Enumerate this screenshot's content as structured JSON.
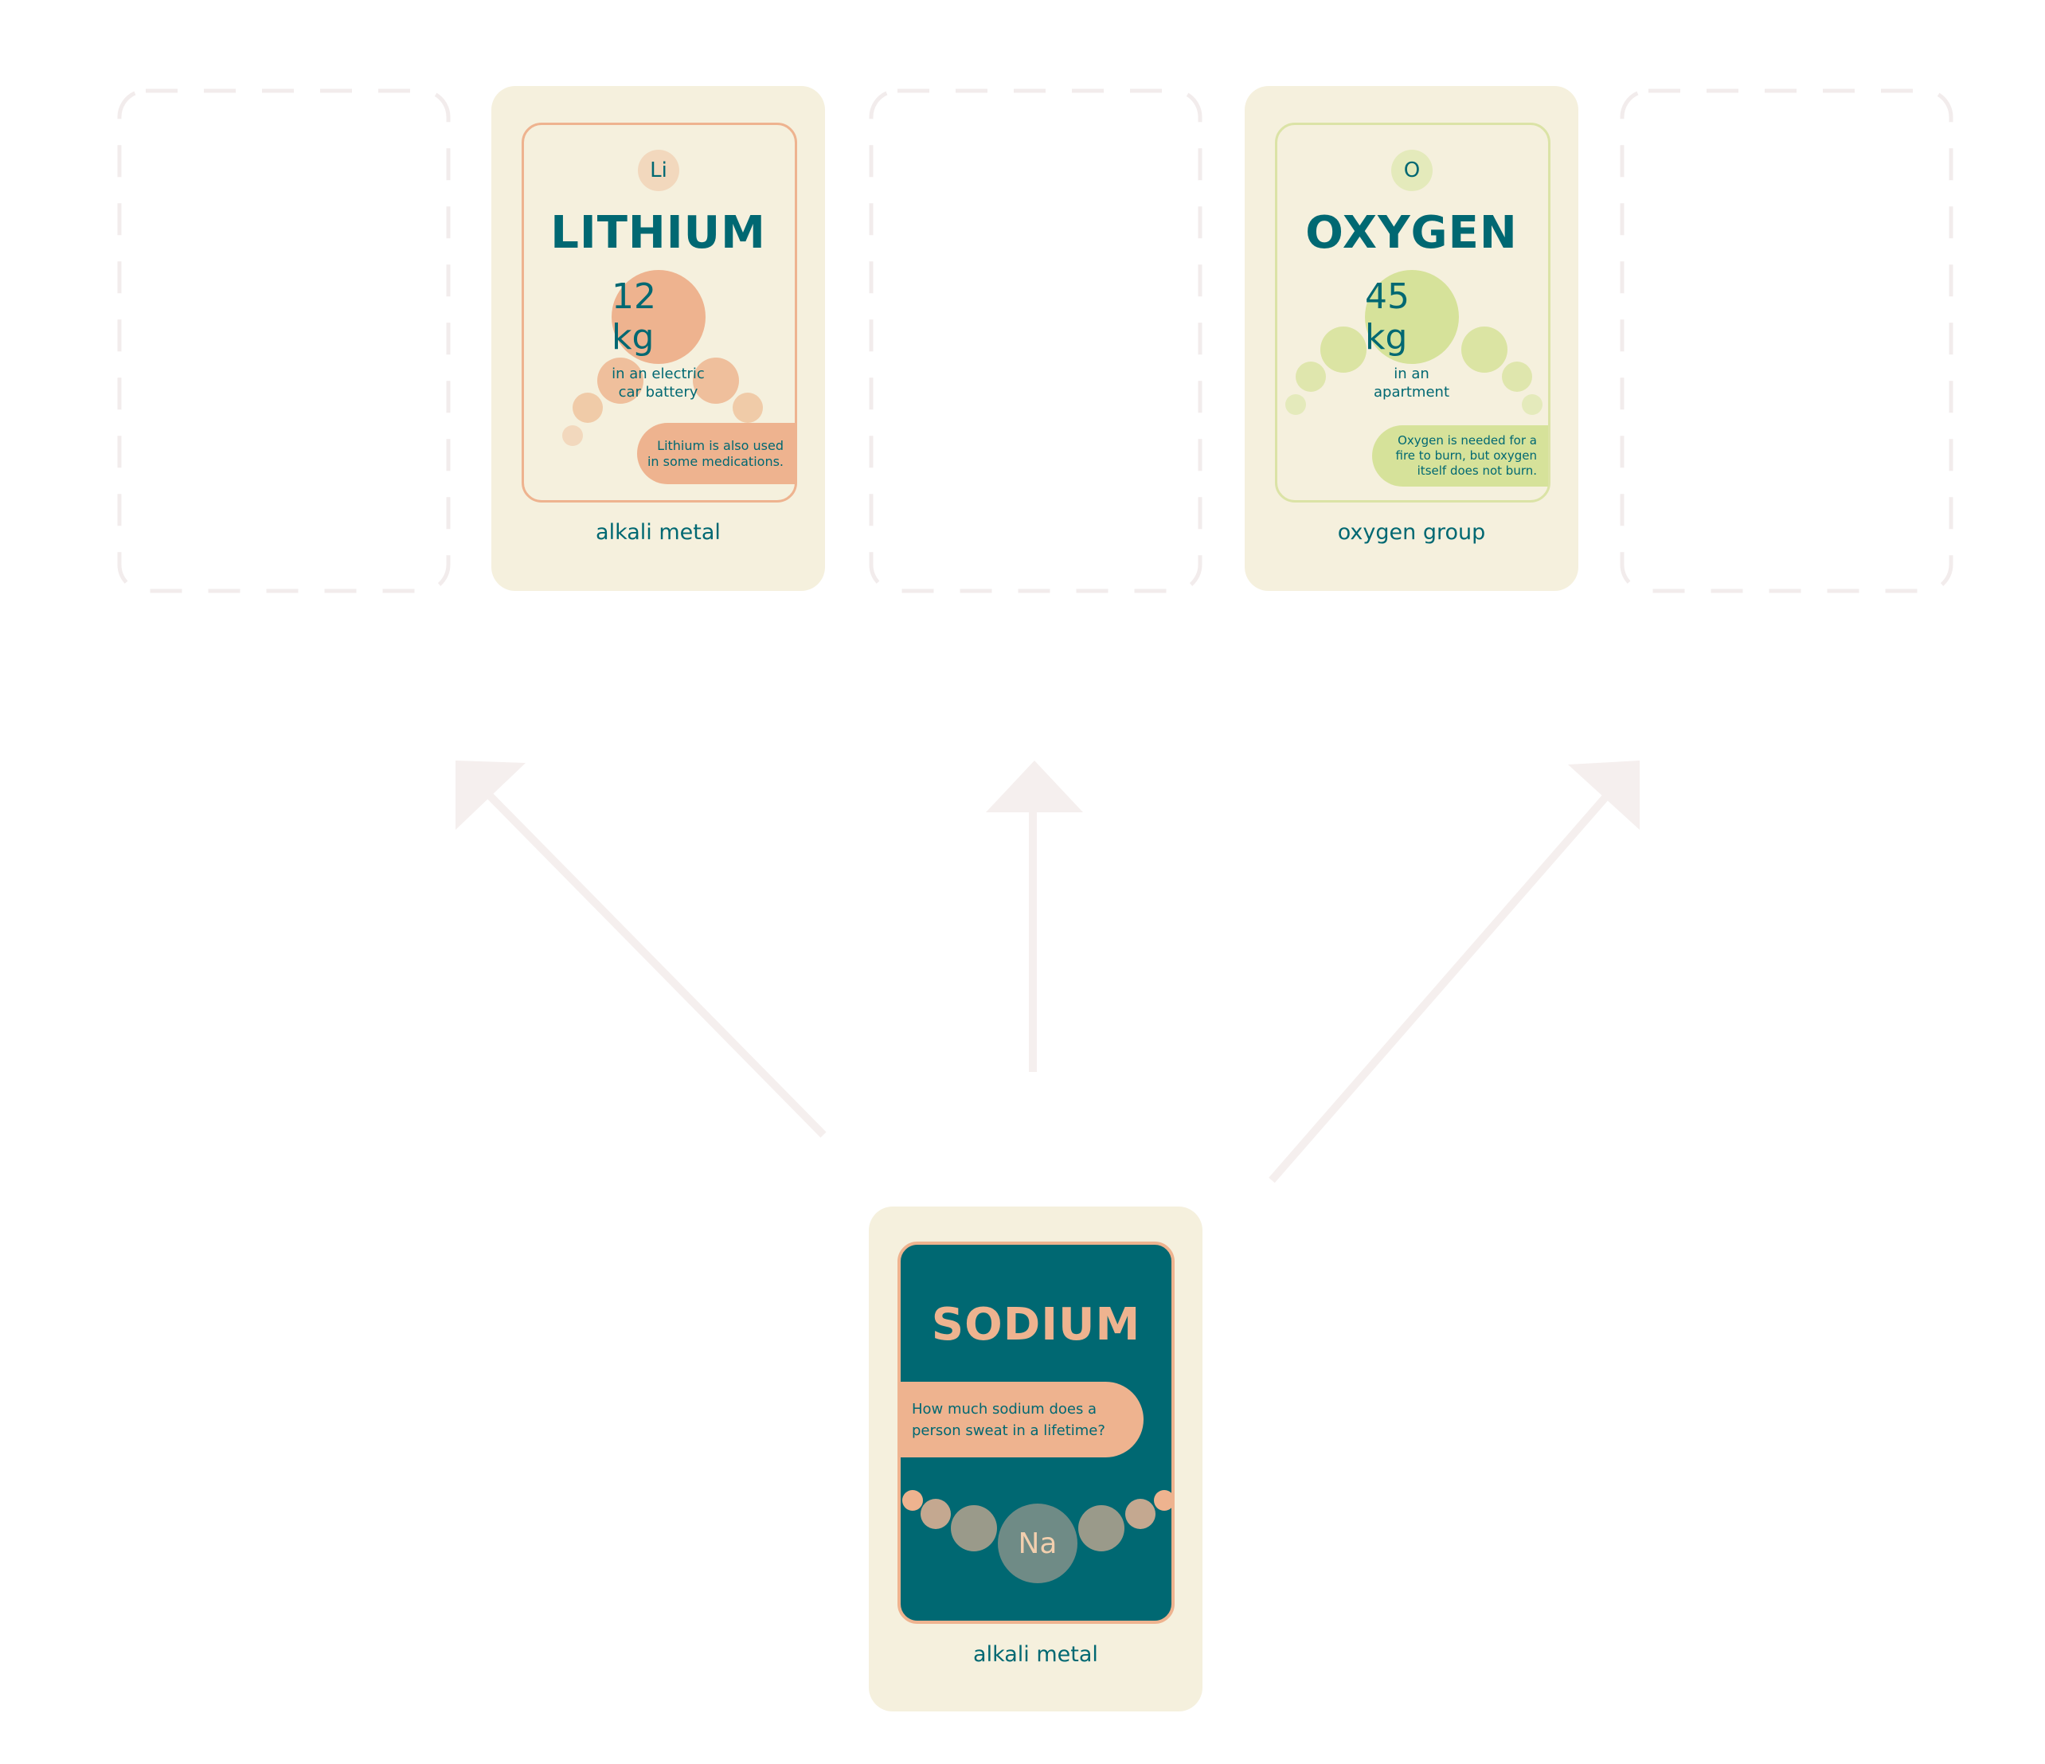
{
  "colors": {
    "card_bg": "#f5f0dd",
    "teal": "#006872",
    "salmon": "#eeb38f",
    "lime": "#d6e29a",
    "arrow": "#f5efee",
    "slot_dash": "#f2ecec"
  },
  "cards": {
    "lithium": {
      "symbol": "Li",
      "name": "LITHIUM",
      "amount": "12 kg",
      "caption_line1": "in an electric",
      "caption_line2": "car battery",
      "fact_line1": "Lithium is also used",
      "fact_line2": "in some medications.",
      "group": "alkali metal"
    },
    "oxygen": {
      "symbol": "O",
      "name": "OXYGEN",
      "amount": "45 kg",
      "caption_line1": "in an",
      "caption_line2": "apartment",
      "fact_line1": "Oxygen is needed for a",
      "fact_line2": "fire to burn, but oxygen",
      "fact_line3": "itself does not burn.",
      "group": "oxygen group"
    },
    "sodium": {
      "symbol": "Na",
      "name": "SODIUM",
      "question_line1": "How much sodium does a",
      "question_line2": "person sweat in a lifetime?",
      "group": "alkali metal"
    }
  }
}
